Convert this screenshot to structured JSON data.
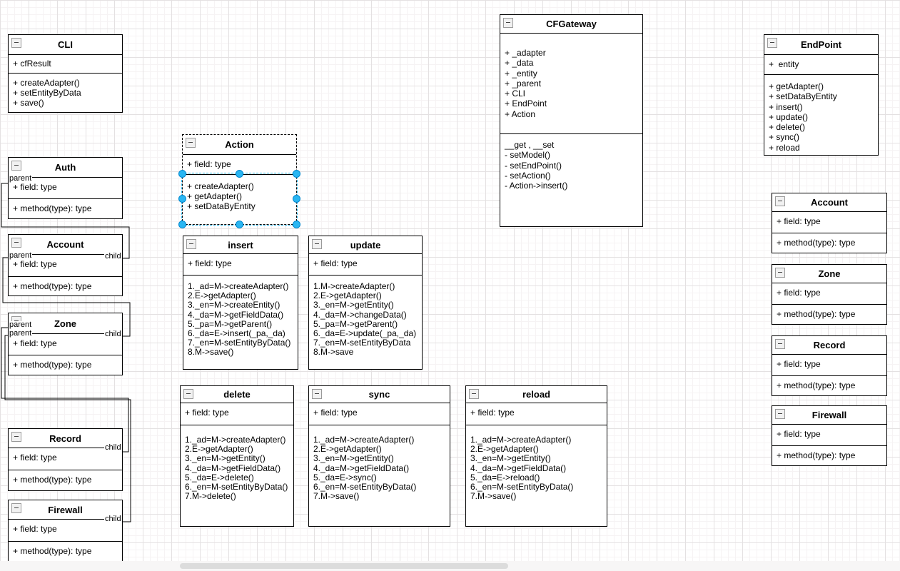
{
  "colors": {
    "selection": "#29b6f2",
    "box_border": "#000000",
    "grid_major": "#e4e1e2",
    "grid_minor": "#f6f3f4"
  },
  "classes": {
    "cli": {
      "title": "CLI",
      "fields": [
        "+ cfResult"
      ],
      "methods": [
        "+ createAdapter()",
        "+ setEntityByData",
        "+ save()"
      ]
    },
    "auth": {
      "title": "Auth",
      "fields": [
        "+ field: type"
      ],
      "methods": [
        "+ method(type): type"
      ]
    },
    "account_left": {
      "title": "Account",
      "fields": [
        "+ field: type"
      ],
      "methods": [
        "+ method(type): type"
      ]
    },
    "zone_left": {
      "title": "Zone",
      "fields": [
        "+ field: type"
      ],
      "methods": [
        "+ method(type): type"
      ]
    },
    "record_left": {
      "title": "Record",
      "fields": [
        "+ field: type"
      ],
      "methods": [
        "+ method(type): type"
      ]
    },
    "firewall_left": {
      "title": "Firewall",
      "fields": [
        "+ field: type"
      ],
      "methods": [
        "+ method(type): type"
      ]
    },
    "action": {
      "title": "Action",
      "fields": [
        "+ field: type"
      ],
      "methods": [
        "+ createAdapter()",
        "+ getAdapter()",
        "+ setDataByEntity"
      ]
    },
    "insert": {
      "title": "insert",
      "fields": [
        "+ field: type"
      ],
      "methods": [
        "1._ad=M->createAdapter()",
        "2.E->getAdapter()",
        "3._en=M->createEntity()",
        "4._da=M->getFieldData()",
        "5._pa=M->getParent()",
        "6._da=E->insert(_pa,_da)",
        "7._en=M-setEntityByData()",
        "8.M->save()"
      ]
    },
    "update": {
      "title": "update",
      "fields": [
        "+ field: type"
      ],
      "methods": [
        "1.M->createAdapter()",
        "2.E->getAdapter()",
        "3._en=M->getEntity()",
        "4._da=M->changeData()",
        "5._pa=M->getParent()",
        "6._da=E->update(_pa,_da)",
        "7._en=M-setEntityByData",
        "8.M->save"
      ]
    },
    "delete": {
      "title": "delete",
      "fields": [
        "+ field: type"
      ],
      "methods": [
        "1._ad=M->createAdapter()",
        "2.E->getAdapter()",
        "3._en=M->getEntity()",
        "4._da=M->getFieldData()",
        "5._da=E->delete()",
        "6._en=M-setEntityByData()",
        "7.M->delete()"
      ]
    },
    "sync": {
      "title": "sync",
      "fields": [
        "+ field: type"
      ],
      "methods": [
        "1._ad=M->createAdapter()",
        "2.E->getAdapter()",
        "3._en=M->getEntity()",
        "4._da=M->getFieldData()",
        "5._da=E->sync()",
        "6._en=M-setEntityByData()",
        "7.M->save()"
      ]
    },
    "reload": {
      "title": "reload",
      "fields": [
        "+ field: type"
      ],
      "methods": [
        "1._ad=M->createAdapter()",
        "2.E->getAdapter()",
        "3._en=M->getEntity()",
        "4._da=M->getFieldData()",
        "5._da=E->reload()",
        "6._en=M-setEntityByData()",
        "7.M->save()"
      ]
    },
    "cfgateway": {
      "title": "CFGateway",
      "fields": [
        "+ _adapter",
        "+ _data",
        "+ _entity",
        "+ _parent",
        "+ CLI",
        "+ EndPoint",
        "+ Action"
      ],
      "methods": [
        "__get , __set",
        "- setModel()",
        "- setEndPoint()",
        "- setAction()",
        "- Action->insert()"
      ]
    },
    "endpoint": {
      "title": "EndPoint",
      "fields": [
        "+  entity"
      ],
      "methods": [
        "+ getAdapter()",
        "+ setDataByEntity",
        "+ insert()",
        "+ update()",
        "+ delete()",
        "+ sync()",
        "+ reload"
      ]
    },
    "account_right": {
      "title": "Account",
      "fields": [
        "+ field: type"
      ],
      "methods": [
        "+ method(type): type"
      ]
    },
    "zone_right": {
      "title": "Zone",
      "fields": [
        "+ field: type"
      ],
      "methods": [
        "+ method(type): type"
      ]
    },
    "record_right": {
      "title": "Record",
      "fields": [
        "+ field: type"
      ],
      "methods": [
        "+ method(type): type"
      ]
    },
    "firewall_right": {
      "title": "Firewall",
      "fields": [
        "+ field: type"
      ],
      "methods": [
        "+ method(type): type"
      ]
    }
  },
  "edge_labels": [
    {
      "id": "auth-parent",
      "text": "parent"
    },
    {
      "id": "account-parent",
      "text": "parent"
    },
    {
      "id": "account-child",
      "text": "child"
    },
    {
      "id": "zone-parent-1",
      "text": "parent"
    },
    {
      "id": "zone-parent-2",
      "text": "parent"
    },
    {
      "id": "zone-child",
      "text": "child"
    },
    {
      "id": "record-child",
      "text": "child"
    },
    {
      "id": "firewall-child",
      "text": "child"
    }
  ]
}
